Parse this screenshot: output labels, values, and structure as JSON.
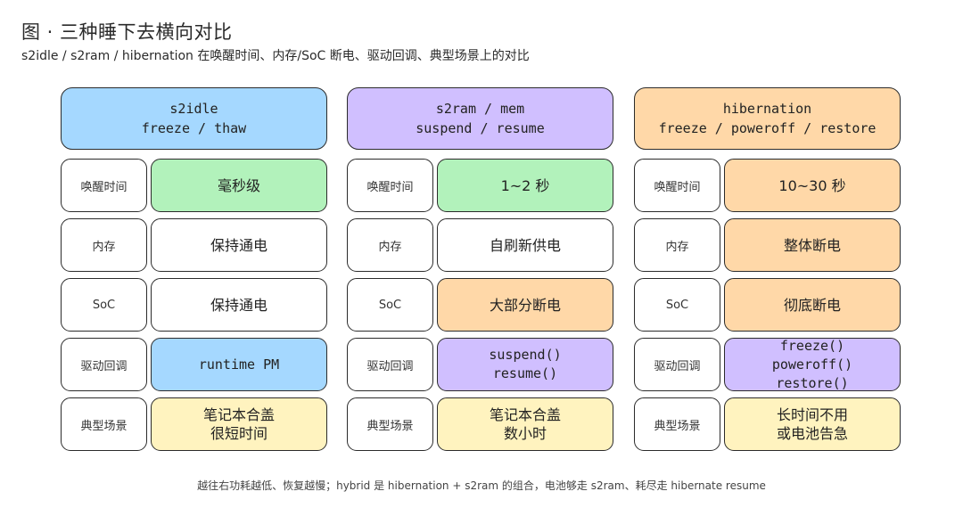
{
  "title": "图 · 三种睡下去横向对比",
  "subtitle": "s2idle / s2ram / hibernation 在唤醒时间、内存/SoC 断电、驱动回调、典型场景上的对比",
  "colors": {
    "blue": "#a5d8ff",
    "purple": "#d0bfff",
    "orange": "#ffd8a8",
    "green": "#b2f2bb",
    "yellow": "#fff3bf",
    "white": "#ffffff",
    "stroke": "#2b2b2b"
  },
  "columns": [
    {
      "header": "s2idle\nfreeze / thaw",
      "header_color": "blue",
      "rows": [
        {
          "label": "唤醒时间",
          "value": "毫秒级",
          "color": "green"
        },
        {
          "label": "内存",
          "value": "保持通电",
          "color": "white"
        },
        {
          "label": "SoC",
          "value": "保持通电",
          "color": "white"
        },
        {
          "label": "驱动回调",
          "value": "runtime PM",
          "color": "blue",
          "mono": true
        },
        {
          "label": "典型场景",
          "value": "笔记本合盖\n很短时间",
          "color": "yellow"
        }
      ]
    },
    {
      "header": "s2ram / mem\nsuspend / resume",
      "header_color": "purple",
      "rows": [
        {
          "label": "唤醒时间",
          "value": "1~2 秒",
          "color": "green"
        },
        {
          "label": "内存",
          "value": "自刷新供电",
          "color": "white"
        },
        {
          "label": "SoC",
          "value": "大部分断电",
          "color": "orange"
        },
        {
          "label": "驱动回调",
          "value": "suspend()\nresume()",
          "color": "purple",
          "mono": true
        },
        {
          "label": "典型场景",
          "value": "笔记本合盖\n数小时",
          "color": "yellow"
        }
      ]
    },
    {
      "header": "hibernation\nfreeze / poweroff / restore",
      "header_color": "orange",
      "rows": [
        {
          "label": "唤醒时间",
          "value": "10~30 秒",
          "color": "orange"
        },
        {
          "label": "内存",
          "value": "整体断电",
          "color": "orange"
        },
        {
          "label": "SoC",
          "value": "彻底断电",
          "color": "orange"
        },
        {
          "label": "驱动回调",
          "value": "freeze()\npoweroff()\nrestore()",
          "color": "purple",
          "mono": true
        },
        {
          "label": "典型场景",
          "value": "长时间不用\n或电池告急",
          "color": "yellow"
        }
      ]
    }
  ],
  "footer": "越往右功耗越低、恢复越慢；hybrid 是 hibernation + s2ram 的组合，电池够走 s2ram、耗尽走 hibernate resume"
}
